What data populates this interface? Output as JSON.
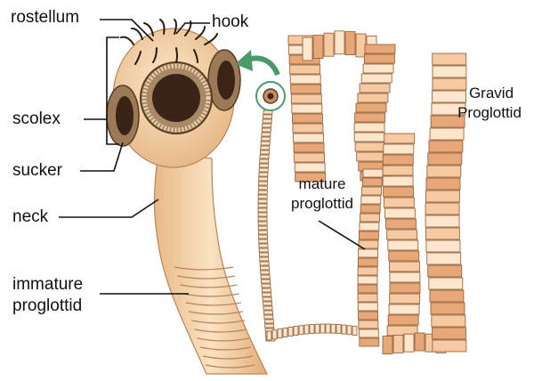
{
  "labels": {
    "rostellum": "rostellum",
    "hook": "hook",
    "scolex": "scolex",
    "sucker": "sucker",
    "neck": "neck",
    "immature_line1": "immature",
    "immature_line2": "proglottid",
    "mature_line1": "mature",
    "mature_line2": "proglottid",
    "gravid_line1": "Gravid",
    "gravid_line2": "Proglottid"
  },
  "colors": {
    "body": "#f7d9b0",
    "body_shade": "#e9b987",
    "segment_light": "#fde6cc",
    "segment_mid": "#f6c9a0",
    "segment_dark": "#e8a777",
    "outline": "#7a4a2a",
    "sucker_ring": "#8a6a4a",
    "sucker_center": "#3a2418",
    "arrow": "#4a9a6a",
    "leader": "#111111"
  }
}
